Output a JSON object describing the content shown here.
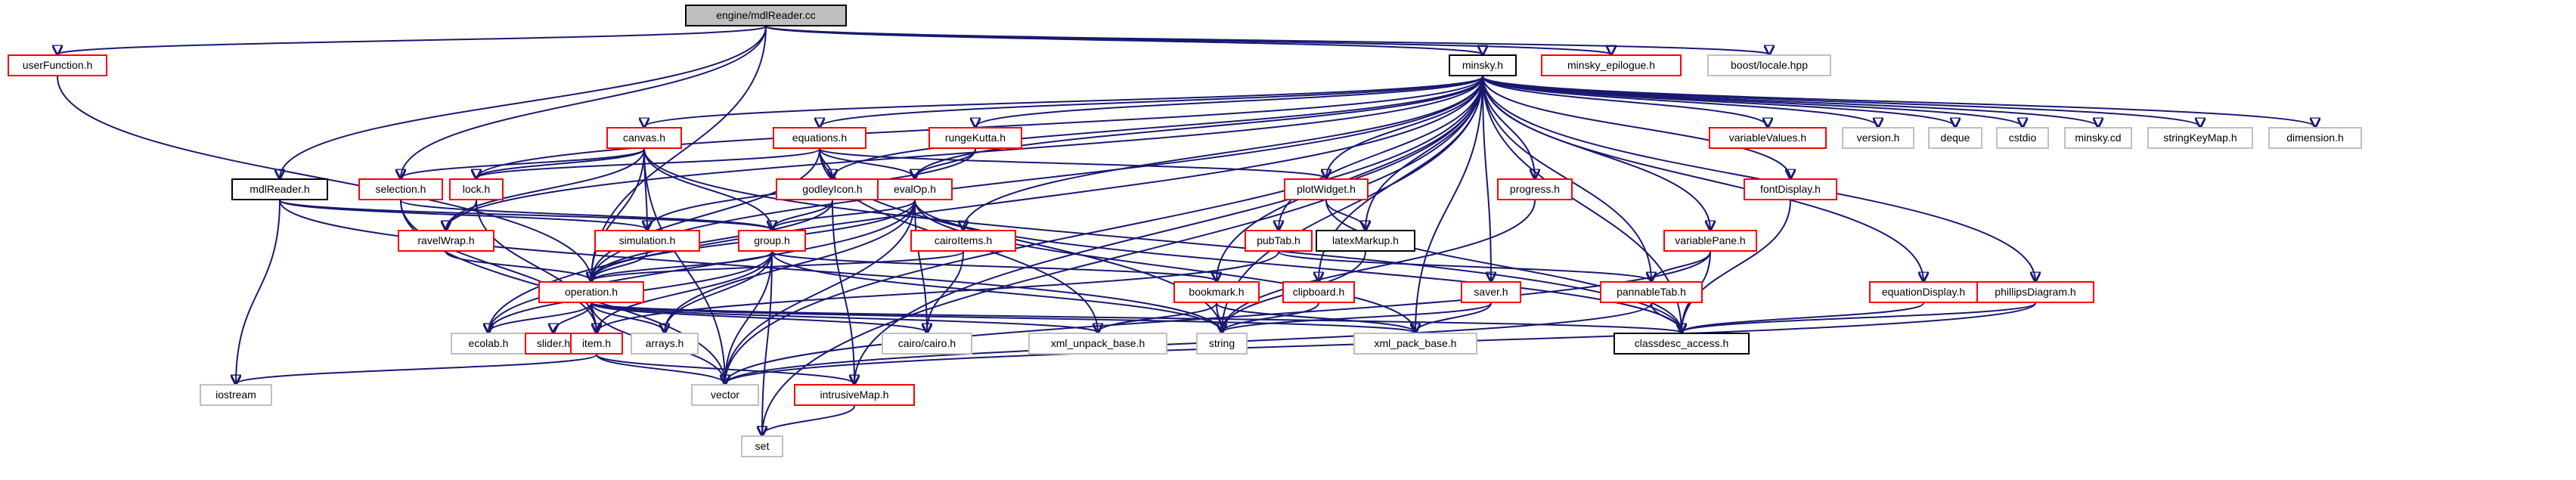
{
  "graph": {
    "nodes": [
      {
        "id": "mdlReaderCc",
        "label": "engine/mdlReader.cc",
        "style": "root"
      },
      {
        "id": "userFunction",
        "label": "userFunction.h",
        "style": "red"
      },
      {
        "id": "minsky",
        "label": "minsky.h",
        "style": "black"
      },
      {
        "id": "epilogue",
        "label": "minsky_epilogue.h",
        "style": "red"
      },
      {
        "id": "boostLocale",
        "label": "boost/locale.hpp",
        "style": "grey"
      },
      {
        "id": "canvas",
        "label": "canvas.h",
        "style": "red"
      },
      {
        "id": "equations",
        "label": "equations.h",
        "style": "red"
      },
      {
        "id": "rungeKutta",
        "label": "rungeKutta.h",
        "style": "red"
      },
      {
        "id": "variableValues",
        "label": "variableValues.h",
        "style": "red"
      },
      {
        "id": "version",
        "label": "version.h",
        "style": "grey"
      },
      {
        "id": "deque",
        "label": "deque",
        "style": "grey"
      },
      {
        "id": "cstdio",
        "label": "cstdio",
        "style": "grey"
      },
      {
        "id": "minskyCd",
        "label": "minsky.cd",
        "style": "grey"
      },
      {
        "id": "stringKeyMap",
        "label": "stringKeyMap.h",
        "style": "grey"
      },
      {
        "id": "dimension",
        "label": "dimension.h",
        "style": "grey"
      },
      {
        "id": "mdlReaderH",
        "label": "mdlReader.h",
        "style": "black"
      },
      {
        "id": "selection",
        "label": "selection.h",
        "style": "red"
      },
      {
        "id": "lock",
        "label": "lock.h",
        "style": "red"
      },
      {
        "id": "godleyIcon",
        "label": "godleyIcon.h",
        "style": "red"
      },
      {
        "id": "evalOp",
        "label": "evalOp.h",
        "style": "red"
      },
      {
        "id": "plotWidget",
        "label": "plotWidget.h",
        "style": "red"
      },
      {
        "id": "progress",
        "label": "progress.h",
        "style": "red"
      },
      {
        "id": "fontDisplay",
        "label": "fontDisplay.h",
        "style": "red"
      },
      {
        "id": "ravelWrap",
        "label": "ravelWrap.h",
        "style": "red"
      },
      {
        "id": "simulation",
        "label": "simulation.h",
        "style": "red"
      },
      {
        "id": "group",
        "label": "group.h",
        "style": "red"
      },
      {
        "id": "cairoItems",
        "label": "cairoItems.h",
        "style": "red"
      },
      {
        "id": "pubTab",
        "label": "pubTab.h",
        "style": "red"
      },
      {
        "id": "latexMarkup",
        "label": "latexMarkup.h",
        "style": "black"
      },
      {
        "id": "variablePane",
        "label": "variablePane.h",
        "style": "red"
      },
      {
        "id": "operation",
        "label": "operation.h",
        "style": "red"
      },
      {
        "id": "bookmark",
        "label": "bookmark.h",
        "style": "red"
      },
      {
        "id": "clipboard",
        "label": "clipboard.h",
        "style": "red"
      },
      {
        "id": "saver",
        "label": "saver.h",
        "style": "red"
      },
      {
        "id": "pannableTab",
        "label": "pannableTab.h",
        "style": "red"
      },
      {
        "id": "equationDisplay",
        "label": "equationDisplay.h",
        "style": "red"
      },
      {
        "id": "phillipsDiagram",
        "label": "phillipsDiagram.h",
        "style": "red"
      },
      {
        "id": "ecolab",
        "label": "ecolab.h",
        "style": "grey"
      },
      {
        "id": "slider",
        "label": "slider.h",
        "style": "red"
      },
      {
        "id": "item",
        "label": "item.h",
        "style": "red"
      },
      {
        "id": "arrays",
        "label": "arrays.h",
        "style": "grey"
      },
      {
        "id": "cairoCairo",
        "label": "cairo/cairo.h",
        "style": "grey"
      },
      {
        "id": "xmlUnpack",
        "label": "xml_unpack_base.h",
        "style": "grey"
      },
      {
        "id": "string",
        "label": "string",
        "style": "grey"
      },
      {
        "id": "xmlPack",
        "label": "xml_pack_base.h",
        "style": "grey"
      },
      {
        "id": "classdesc",
        "label": "classdesc_access.h",
        "style": "black"
      },
      {
        "id": "iostream",
        "label": "iostream",
        "style": "grey"
      },
      {
        "id": "vector",
        "label": "vector",
        "style": "grey"
      },
      {
        "id": "intrusiveMap",
        "label": "intrusiveMap.h",
        "style": "red"
      },
      {
        "id": "set",
        "label": "set",
        "style": "grey"
      }
    ],
    "edges": [
      [
        "mdlReaderCc",
        "userFunction"
      ],
      [
        "mdlReaderCc",
        "minsky"
      ],
      [
        "mdlReaderCc",
        "epilogue"
      ],
      [
        "mdlReaderCc",
        "boostLocale"
      ],
      [
        "mdlReaderCc",
        "mdlReaderH"
      ],
      [
        "mdlReaderCc",
        "selection"
      ],
      [
        "mdlReaderCc",
        "operation"
      ],
      [
        "userFunction",
        "operation"
      ],
      [
        "minsky",
        "canvas"
      ],
      [
        "minsky",
        "equations"
      ],
      [
        "minsky",
        "rungeKutta"
      ],
      [
        "minsky",
        "variableValues"
      ],
      [
        "minsky",
        "version"
      ],
      [
        "minsky",
        "deque"
      ],
      [
        "minsky",
        "cstdio"
      ],
      [
        "minsky",
        "minskyCd"
      ],
      [
        "minsky",
        "stringKeyMap"
      ],
      [
        "minsky",
        "dimension"
      ],
      [
        "minsky",
        "lock"
      ],
      [
        "minsky",
        "godleyIcon"
      ],
      [
        "minsky",
        "evalOp"
      ],
      [
        "minsky",
        "plotWidget"
      ],
      [
        "minsky",
        "progress"
      ],
      [
        "minsky",
        "fontDisplay"
      ],
      [
        "minsky",
        "ravelWrap"
      ],
      [
        "minsky",
        "cairoItems"
      ],
      [
        "minsky",
        "pubTab"
      ],
      [
        "minsky",
        "latexMarkup"
      ],
      [
        "minsky",
        "variablePane"
      ],
      [
        "minsky",
        "operation"
      ],
      [
        "minsky",
        "bookmark"
      ],
      [
        "minsky",
        "clipboard"
      ],
      [
        "minsky",
        "saver"
      ],
      [
        "minsky",
        "pannableTab"
      ],
      [
        "minsky",
        "equationDisplay"
      ],
      [
        "minsky",
        "phillipsDiagram"
      ],
      [
        "minsky",
        "string"
      ],
      [
        "minsky",
        "xmlPack"
      ],
      [
        "minsky",
        "classdesc"
      ],
      [
        "minsky",
        "vector"
      ],
      [
        "minsky",
        "intrusiveMap"
      ],
      [
        "minsky",
        "set"
      ],
      [
        "minsky",
        "ecolab"
      ],
      [
        "canvas",
        "selection"
      ],
      [
        "canvas",
        "lock"
      ],
      [
        "canvas",
        "ravelWrap"
      ],
      [
        "canvas",
        "group"
      ],
      [
        "canvas",
        "operation"
      ],
      [
        "canvas",
        "simulation"
      ],
      [
        "canvas",
        "classdesc"
      ],
      [
        "canvas",
        "vector"
      ],
      [
        "equations",
        "lock"
      ],
      [
        "equations",
        "godleyIcon"
      ],
      [
        "equations",
        "evalOp"
      ],
      [
        "equations",
        "operation"
      ],
      [
        "equations",
        "string"
      ],
      [
        "equations",
        "plotWidget"
      ],
      [
        "equations",
        "xmlUnpack"
      ],
      [
        "rungeKutta",
        "evalOp"
      ],
      [
        "rungeKutta",
        "simulation"
      ],
      [
        "mdlReaderH",
        "simulation"
      ],
      [
        "mdlReaderH",
        "group"
      ],
      [
        "mdlReaderH",
        "iostream"
      ],
      [
        "mdlReaderH",
        "string"
      ],
      [
        "selection",
        "group"
      ],
      [
        "selection",
        "item"
      ],
      [
        "selection",
        "vector"
      ],
      [
        "lock",
        "ravelWrap"
      ],
      [
        "lock",
        "item"
      ],
      [
        "godleyIcon",
        "group"
      ],
      [
        "godleyIcon",
        "intrusiveMap"
      ],
      [
        "godleyIcon",
        "operation"
      ],
      [
        "evalOp",
        "group"
      ],
      [
        "evalOp",
        "operation"
      ],
      [
        "evalOp",
        "ecolab"
      ],
      [
        "evalOp",
        "vector"
      ],
      [
        "evalOp",
        "cairoCairo"
      ],
      [
        "evalOp",
        "xmlPack"
      ],
      [
        "evalOp",
        "classdesc"
      ],
      [
        "evalOp",
        "arrays"
      ],
      [
        "plotWidget",
        "latexMarkup"
      ],
      [
        "plotWidget",
        "classdesc"
      ],
      [
        "progress",
        "string"
      ],
      [
        "fontDisplay",
        "classdesc"
      ],
      [
        "ravelWrap",
        "operation"
      ],
      [
        "simulation",
        "operation"
      ],
      [
        "group",
        "operation"
      ],
      [
        "group",
        "item"
      ],
      [
        "group",
        "bookmark"
      ],
      [
        "group",
        "arrays"
      ],
      [
        "group",
        "vector"
      ],
      [
        "group",
        "set"
      ],
      [
        "group",
        "string"
      ],
      [
        "group",
        "ecolab"
      ],
      [
        "cairoItems",
        "operation"
      ],
      [
        "cairoItems",
        "cairoCairo"
      ],
      [
        "pubTab",
        "item"
      ],
      [
        "pubTab",
        "pannableTab"
      ],
      [
        "latexMarkup",
        "string"
      ],
      [
        "variablePane",
        "pannableTab"
      ],
      [
        "variablePane",
        "classdesc"
      ],
      [
        "variablePane",
        "vector"
      ],
      [
        "operation",
        "ecolab"
      ],
      [
        "operation",
        "slider"
      ],
      [
        "operation",
        "item"
      ],
      [
        "operation",
        "arrays"
      ],
      [
        "operation",
        "cairoCairo"
      ],
      [
        "operation",
        "xmlUnpack"
      ],
      [
        "operation",
        "xmlPack"
      ],
      [
        "operation",
        "classdesc"
      ],
      [
        "operation",
        "vector"
      ],
      [
        "bookmark",
        "xmlUnpack"
      ],
      [
        "bookmark",
        "xmlPack"
      ],
      [
        "bookmark",
        "string"
      ],
      [
        "clipboard",
        "string"
      ],
      [
        "saver",
        "string"
      ],
      [
        "saver",
        "xmlPack"
      ],
      [
        "pannableTab",
        "classdesc"
      ],
      [
        "pannableTab",
        "vector"
      ],
      [
        "equationDisplay",
        "classdesc"
      ],
      [
        "phillipsDiagram",
        "classdesc"
      ],
      [
        "phillipsDiagram",
        "vector"
      ],
      [
        "item",
        "iostream"
      ],
      [
        "item",
        "vector"
      ],
      [
        "item",
        "intrusiveMap"
      ],
      [
        "intrusiveMap",
        "set"
      ]
    ]
  }
}
